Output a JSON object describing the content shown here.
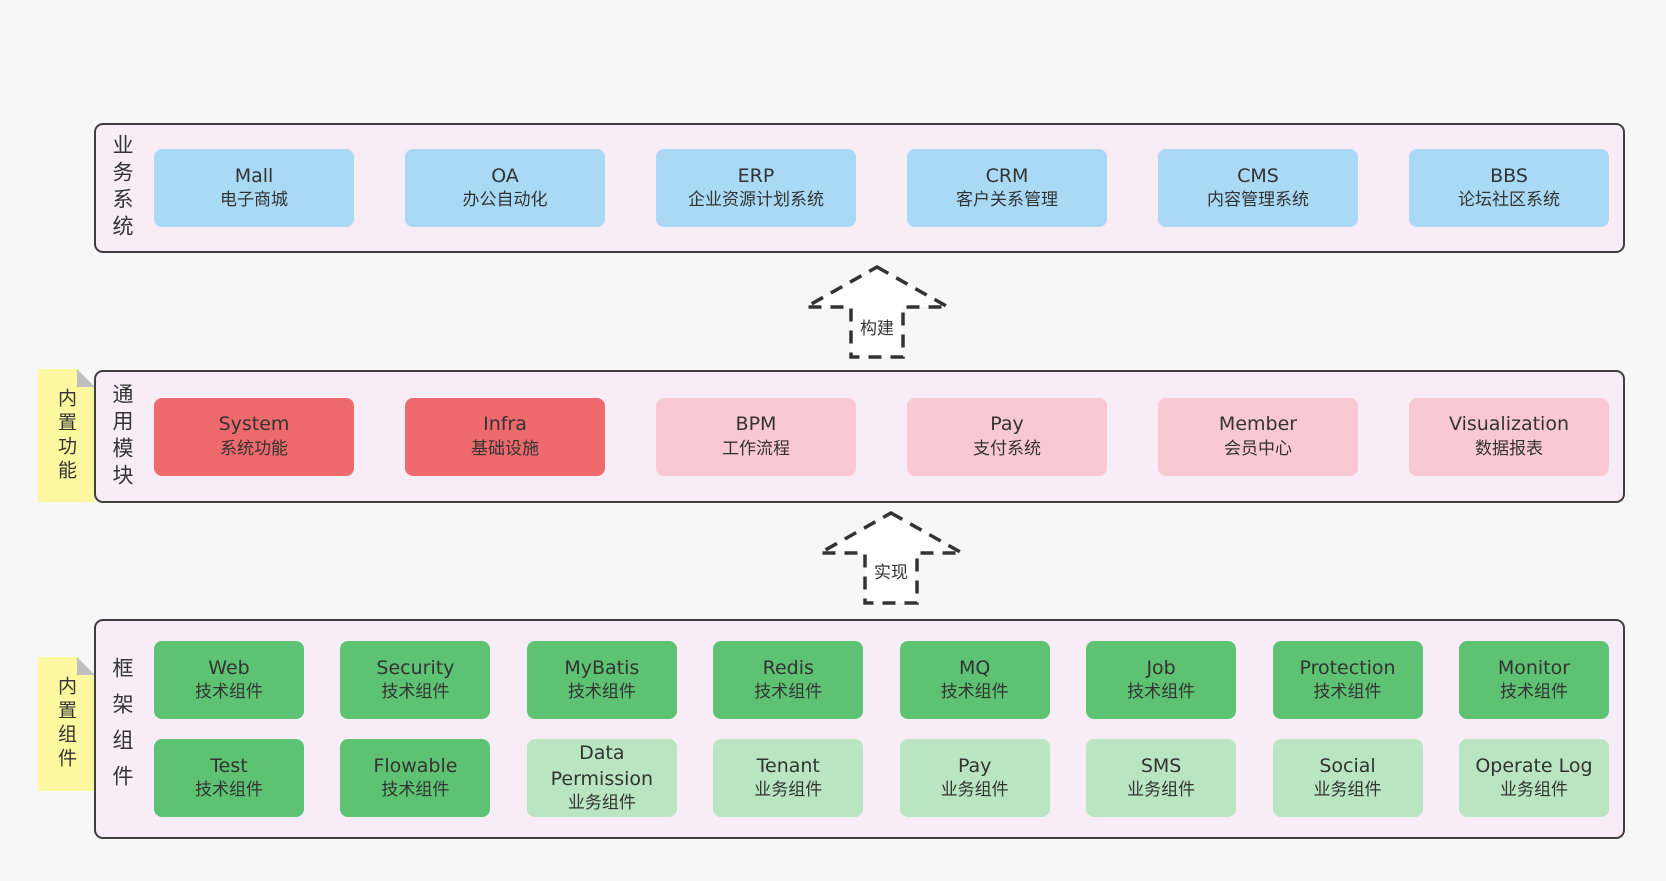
{
  "palette": {
    "page_bg": "#f7f7f7",
    "container_bg": "#f8edf7",
    "container_border": "#3f3f3f",
    "blue_box": "#a9d9f5",
    "red_box": "#ee6a6c",
    "pink_box": "#f9c9d3",
    "green_box": "#5ec273",
    "light_green_box": "#b9e5c1",
    "sticky_bg": "#fbf8a0",
    "sticky_fold": "#bfbfbf",
    "text": "#333333"
  },
  "arrows": [
    {
      "label": "构建"
    },
    {
      "label": "实现"
    }
  ],
  "stickies": [
    {
      "label": "内置功能"
    },
    {
      "label": "内置组件"
    }
  ],
  "layers": [
    {
      "id": "business-systems",
      "label_vertical": "业务系统",
      "boxes": [
        {
          "title": "Mall",
          "subtitle": "电子商城",
          "variant": "blue"
        },
        {
          "title": "OA",
          "subtitle": "办公自动化",
          "variant": "blue"
        },
        {
          "title": "ERP",
          "subtitle": "企业资源计划系统",
          "variant": "blue"
        },
        {
          "title": "CRM",
          "subtitle": "客户关系管理",
          "variant": "blue"
        },
        {
          "title": "CMS",
          "subtitle": "内容管理系统",
          "variant": "blue"
        },
        {
          "title": "BBS",
          "subtitle": "论坛社区系统",
          "variant": "blue"
        }
      ]
    },
    {
      "id": "common-modules",
      "label_vertical": "通用模块",
      "boxes": [
        {
          "title": "System",
          "subtitle": "系统功能",
          "variant": "red"
        },
        {
          "title": "Infra",
          "subtitle": "基础设施",
          "variant": "red"
        },
        {
          "title": "BPM",
          "subtitle": "工作流程",
          "variant": "pink"
        },
        {
          "title": "Pay",
          "subtitle": "支付系统",
          "variant": "pink"
        },
        {
          "title": "Member",
          "subtitle": "会员中心",
          "variant": "pink"
        },
        {
          "title": "Visualization",
          "subtitle": "数据报表",
          "variant": "pink"
        }
      ]
    },
    {
      "id": "framework-components",
      "label_vertical": "框架组件",
      "rows": [
        [
          {
            "title": "Web",
            "subtitle": "技术组件",
            "variant": "green"
          },
          {
            "title": "Security",
            "subtitle": "技术组件",
            "variant": "green"
          },
          {
            "title": "MyBatis",
            "subtitle": "技术组件",
            "variant": "green"
          },
          {
            "title": "Redis",
            "subtitle": "技术组件",
            "variant": "green"
          },
          {
            "title": "MQ",
            "subtitle": "技术组件",
            "variant": "green"
          },
          {
            "title": "Job",
            "subtitle": "技术组件",
            "variant": "green"
          },
          {
            "title": "Protection",
            "subtitle": "技术组件",
            "variant": "green"
          },
          {
            "title": "Monitor",
            "subtitle": "技术组件",
            "variant": "green"
          }
        ],
        [
          {
            "title": "Test",
            "subtitle": "技术组件",
            "variant": "green"
          },
          {
            "title": "Flowable",
            "subtitle": "技术组件",
            "variant": "green"
          },
          {
            "title": "Data Permission",
            "subtitle": "业务组件",
            "variant": "lightgreen"
          },
          {
            "title": "Tenant",
            "subtitle": "业务组件",
            "variant": "lightgreen"
          },
          {
            "title": "Pay",
            "subtitle": "业务组件",
            "variant": "lightgreen"
          },
          {
            "title": "SMS",
            "subtitle": "业务组件",
            "variant": "lightgreen"
          },
          {
            "title": "Social",
            "subtitle": "业务组件",
            "variant": "lightgreen"
          },
          {
            "title": "Operate Log",
            "subtitle": "业务组件",
            "variant": "lightgreen"
          }
        ]
      ]
    }
  ]
}
